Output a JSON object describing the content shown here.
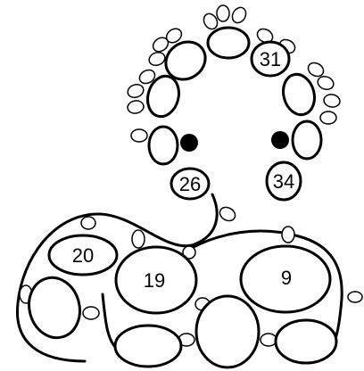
{
  "diagram": {
    "line_color": "#000000",
    "fill_color": "#ffffff",
    "ring_labels": {
      "r31": "31",
      "r26": "26",
      "r34": "34",
      "r20": "20",
      "r19": "19",
      "r9": "9"
    }
  }
}
